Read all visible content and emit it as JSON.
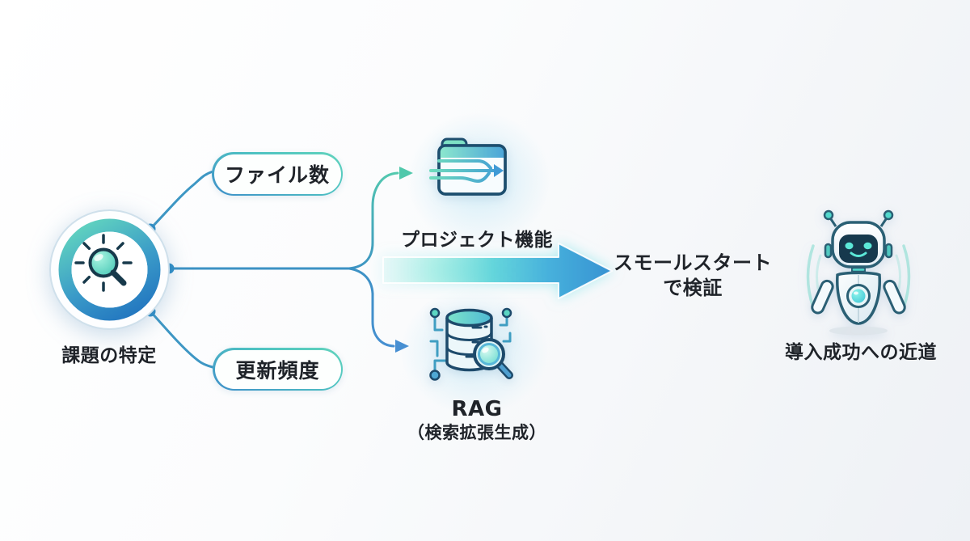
{
  "diagram": {
    "hub": {
      "label": "課題の特定",
      "icon": "magnifier-sun-icon"
    },
    "factors": [
      {
        "label": "ファイル数"
      },
      {
        "label": "更新頻度"
      }
    ],
    "approaches": [
      {
        "label": "プロジェクト機能",
        "icon": "folder-flow-icon"
      },
      {
        "title": "RAG",
        "subtitle": "（検索拡張生成）",
        "icon": "database-search-icon"
      }
    ],
    "verify": {
      "line1": "スモールスタート",
      "line2": "で検証"
    },
    "outcome": {
      "label": "導入成功への近道",
      "icon": "robot-icon"
    }
  },
  "colors": {
    "teal": "#5ad0b9",
    "blue": "#3b92cc",
    "dark_outline": "#1d4a6b",
    "text": "#1f2329",
    "background_start": "#ffffff",
    "background_end": "#edf1f5"
  }
}
